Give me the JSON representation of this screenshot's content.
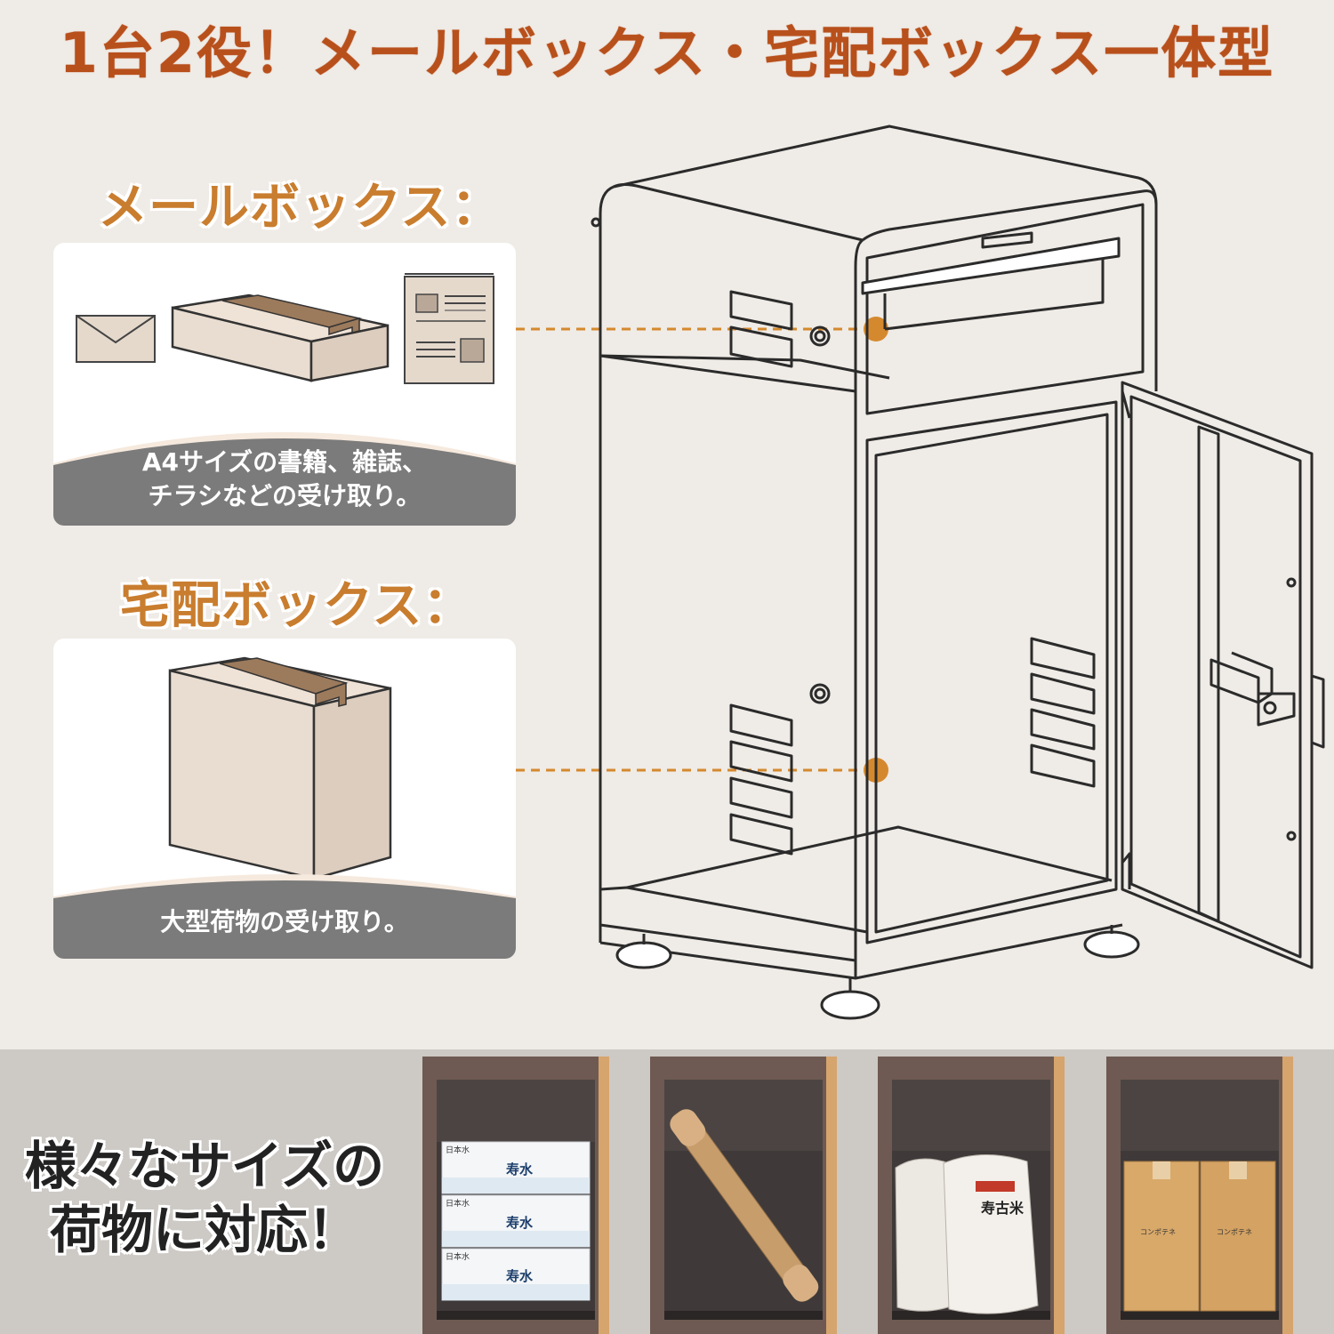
{
  "headline": "1台2役！メールボックス・宅配ボックス一体型",
  "mailbox": {
    "title": "メールボックス：",
    "caption_line1": "A4サイズの書籍、雑誌、",
    "caption_line2": "チラシなどの受け取り。"
  },
  "parcel": {
    "title": "宅配ボックス：",
    "caption": "大型荷物の受け取り。"
  },
  "slogan": {
    "line1": "様々なサイズの",
    "line2": "荷物に対応！"
  },
  "photos": {
    "water_label": "日本水",
    "water_brand": "寿水",
    "rice_brand": "寿古米",
    "box_label": "コンポテネ"
  },
  "colors": {
    "accent": "#b8501c",
    "section_title": "#c97d2e",
    "dot": "#d5892e",
    "caption_band": "#7b7b7b",
    "background": "#efebe6"
  }
}
